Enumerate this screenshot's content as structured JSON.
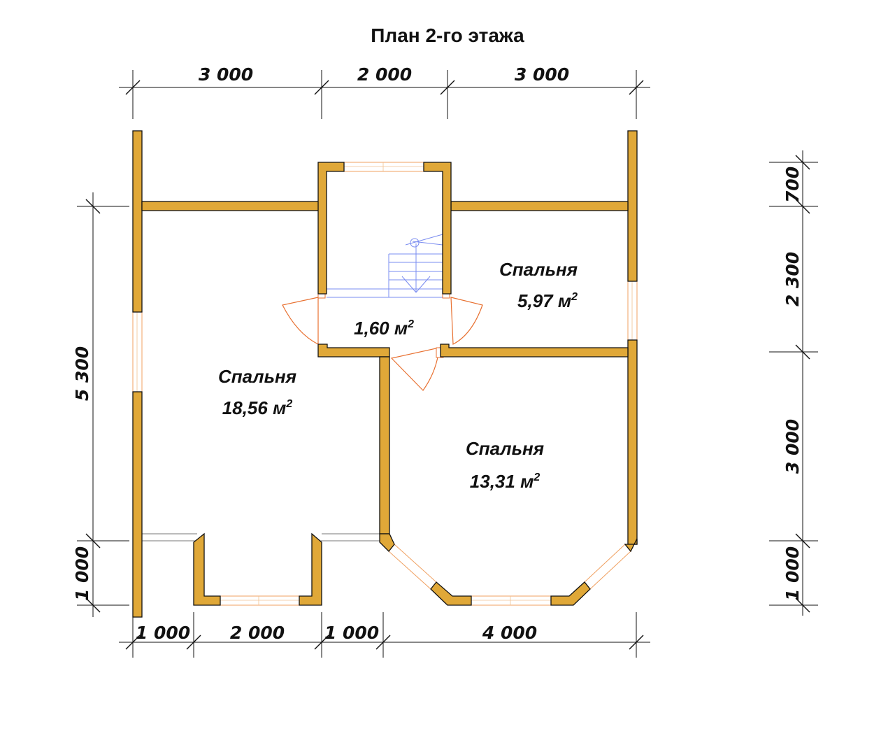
{
  "title": "План 2-го этажа",
  "dimensions": {
    "top": [
      "3 000",
      "2 000",
      "3 000"
    ],
    "bottom": [
      "1 000",
      "2 000",
      "1 000",
      "4 000"
    ],
    "left": [
      "5 300",
      "1 000"
    ],
    "right": [
      "700",
      "2 300",
      "3 000",
      "1 000"
    ]
  },
  "rooms": [
    {
      "name": "Спальня",
      "area": "18,56 м",
      "sup": "2"
    },
    {
      "name": "Спальня",
      "area": "5,97 м",
      "sup": "2"
    },
    {
      "name": "Спальня",
      "area": "13,31 м",
      "sup": "2"
    },
    {
      "name": "",
      "area": "1,60 м",
      "sup": "2"
    }
  ],
  "colors": {
    "wall": "#E0A838",
    "window": "#F0A060",
    "door": "#E87030",
    "stair": "#7A8CF0"
  }
}
